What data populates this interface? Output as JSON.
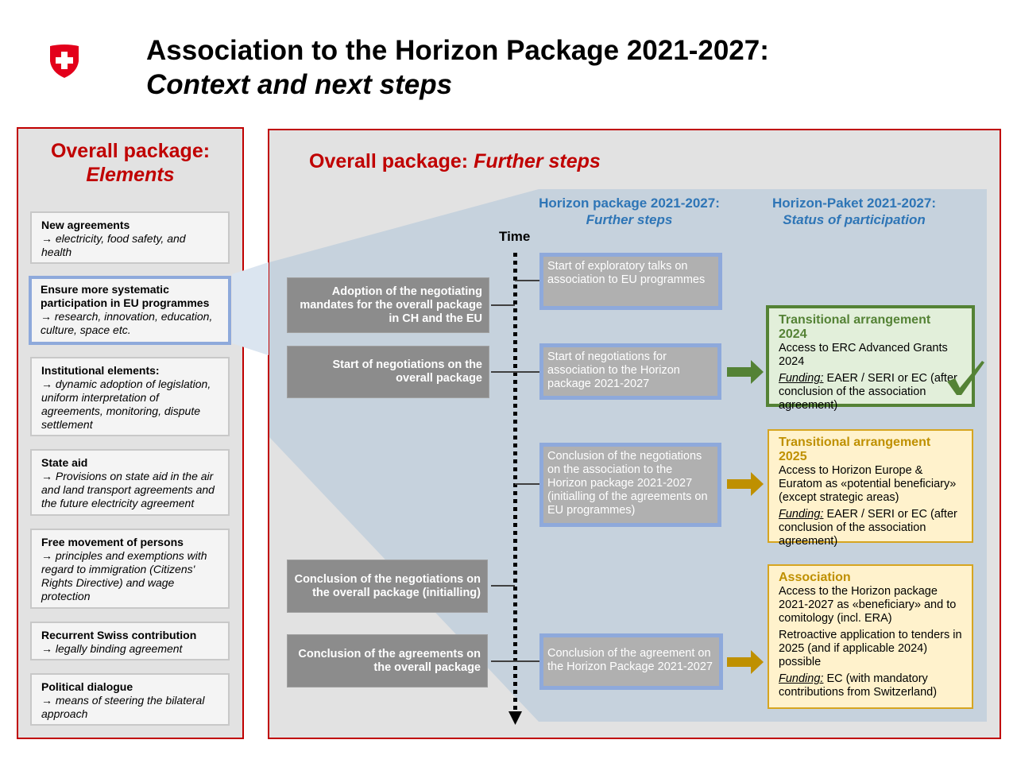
{
  "header": {
    "title_line1": "Association to the Horizon Package 2021-2027:",
    "title_line2": "Context and next steps",
    "logo": "swiss-coat-of-arms"
  },
  "left_panel": {
    "title_line1": "Overall package:",
    "title_line2": "Elements",
    "items": [
      {
        "title": "New agreements",
        "detail": "→ electricity, food safety, and health"
      },
      {
        "title": "Ensure more systematic participation in EU programmes",
        "detail": "→ research, innovation, education, culture, space etc."
      },
      {
        "title": "Institutional elements:",
        "detail": "→ dynamic adoption of legislation, uniform interpretation of agreements, monitoring, dispute settlement"
      },
      {
        "title": "State aid",
        "detail": "→ Provisions on state aid in the air and land transport agreements and the future electricity agreement"
      },
      {
        "title": "Free movement of persons",
        "detail": "→ principles and exemptions with regard to immigration (Citizens' Rights Directive) and wage protection"
      },
      {
        "title": "Recurrent Swiss contribution",
        "detail": "→ legally binding agreement"
      },
      {
        "title": "Political dialogue",
        "detail": "→ means of steering the bilateral approach"
      }
    ]
  },
  "right_panel": {
    "title_a": "Overall package: ",
    "title_b": "Further steps",
    "col1_h1": "Horizon package 2021-2027:",
    "col1_h2": "Further steps",
    "col2_h1": "Horizon-Paket 2021-2027:",
    "col2_h2": "Status of participation",
    "time_label": "Time",
    "overall_steps": [
      "Adoption of the negotiating mandates for the overall package in CH and the EU",
      "Start of negotiations on the overall package",
      "Conclusion of the negotiations on the overall package (initialling)",
      "Conclusion of the agreements on the overall package"
    ],
    "horizon_steps": [
      "Start of exploratory talks on association to EU programmes",
      "Start of negotiations for association to the Horizon package 2021-2027",
      "Conclusion of the negotiations on the association to the Horizon package 2021-2027 (initialling of the agreements on EU programmes)",
      "Conclusion of the agreement on the Horizon Package 2021-2027"
    ],
    "status": [
      {
        "title": "Transitional arrangement 2024",
        "text": "Access to ERC Advanced Grants 2024",
        "funding_label": "Funding:",
        "funding": " EAER / SERI or EC (after conclusion of the association agreement)",
        "color": "#548235"
      },
      {
        "title": "Transitional arrangement 2025",
        "text": "Access to Horizon Europe & Euratom as «potential beneficiary» (except strategic areas)",
        "funding_label": "Funding:",
        "funding": " EAER / SERI or EC (after conclusion of the association agreement)",
        "color": "#bf9000"
      },
      {
        "title": "Association",
        "text": "Access to the Horizon package 2021-2027 as «beneficiary» and to comitology (incl. ERA)",
        "text2": "Retroactive application to tenders in 2025 (and if applicable 2024) possible",
        "funding_label": "Funding:",
        "funding": " EC (with mandatory contributions from Switzerland)",
        "color": "#bf9000"
      }
    ]
  }
}
